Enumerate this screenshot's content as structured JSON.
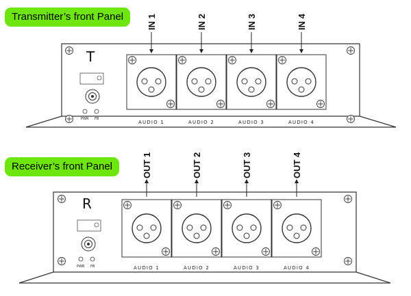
{
  "transmitter": {
    "title": "Transmitter’s front Panel",
    "letter": "T",
    "inputs": [
      "IN 1",
      "IN 2",
      "IN 3",
      "IN 4"
    ],
    "audio": [
      "AUDIO 1",
      "AUDIO 2",
      "AUDIO 3",
      "AUDIO 4"
    ],
    "leds": [
      "PWR",
      "FB"
    ]
  },
  "receiver": {
    "title": "Receiver’s front Panel",
    "letter": "R",
    "outputs": [
      "OUT 1",
      "OUT 2",
      "OUT 3",
      "OUT 4"
    ],
    "audio": [
      "AUDIO 1",
      "AUDIO 2",
      "AUDIO 3",
      "AUDIO 4"
    ],
    "leds": [
      "PWR",
      "FB"
    ]
  },
  "colors": {
    "badge": "#6ee60e"
  }
}
